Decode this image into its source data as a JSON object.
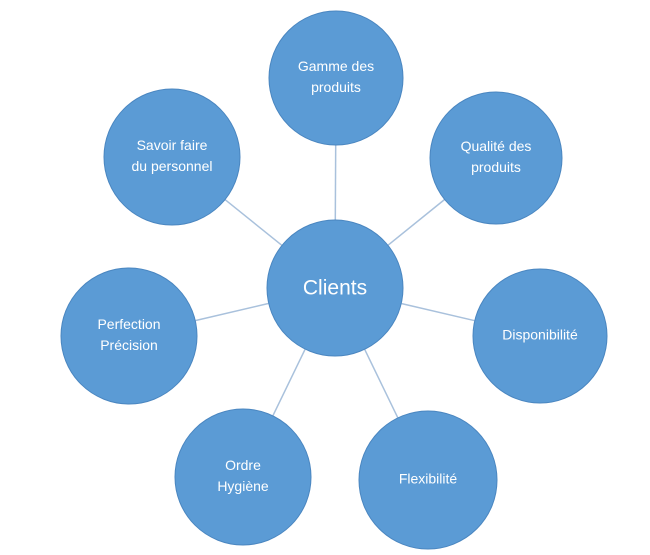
{
  "center": {
    "label": "Clients"
  },
  "satellites": [
    {
      "lines": [
        "Gamme des",
        "produits"
      ]
    },
    {
      "lines": [
        "Qualité des",
        "produits"
      ]
    },
    {
      "lines": [
        "Disponibilité"
      ]
    },
    {
      "lines": [
        "Flexibilité"
      ]
    },
    {
      "lines": [
        "Ordre",
        "Hygiène"
      ]
    },
    {
      "lines": [
        "Perfection",
        "Précision"
      ]
    },
    {
      "lines": [
        "Savoir faire",
        "du personnel"
      ]
    }
  ],
  "colors": {
    "node_fill": "#5b9bd5",
    "node_text": "#ffffff",
    "connector": "#a9c1dc"
  }
}
